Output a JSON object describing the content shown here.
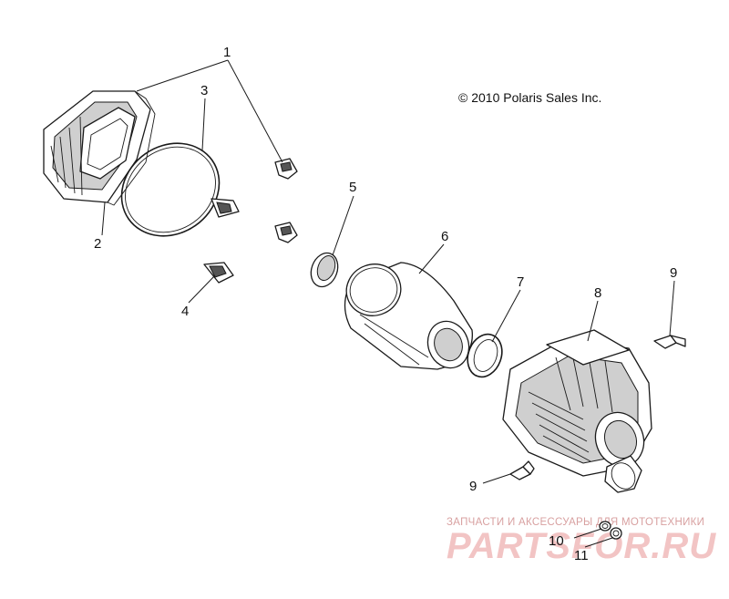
{
  "copyright": "© 2010 Polaris Sales Inc.",
  "callouts": {
    "c1": "1",
    "c2": "2",
    "c3": "3",
    "c4": "4",
    "c5": "5",
    "c6": "6",
    "c7": "7",
    "c8": "8",
    "c9a": "9",
    "c9b": "9",
    "c10": "10",
    "c11": "11"
  },
  "watermark": {
    "tagline": "ЗАПЧАСТИ И АКСЕССУАРЫ ДЛЯ МОТОТЕХНИКИ",
    "brand": "PARTSFOR.RU"
  },
  "colors": {
    "line": "#1a1a1a",
    "watermark": "#f2c4c4"
  }
}
